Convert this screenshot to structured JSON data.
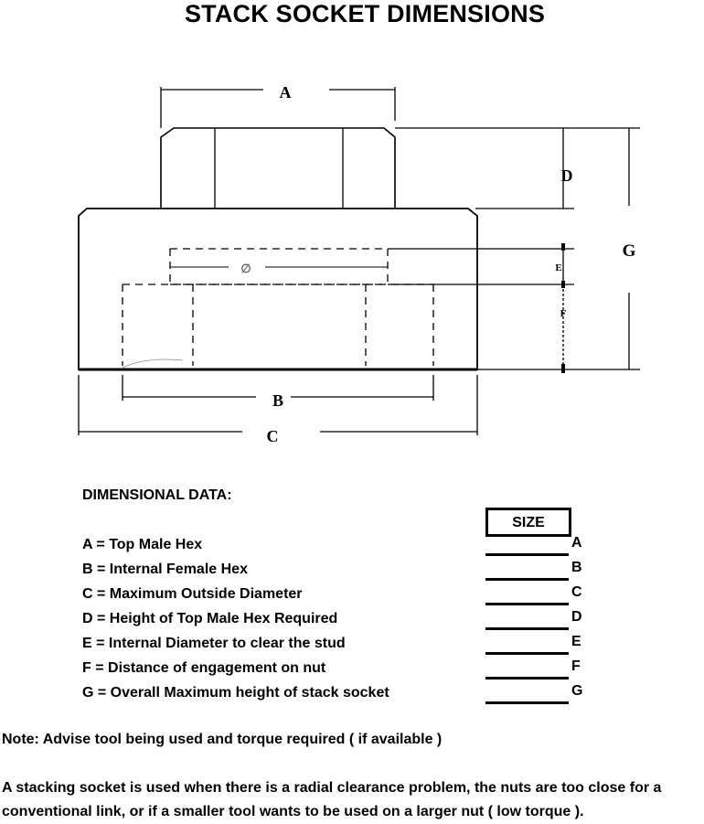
{
  "title": "STACK SOCKET DIMENSIONS",
  "diagram": {
    "labels": {
      "A": "A",
      "B": "B",
      "C": "C",
      "D": "D",
      "E": "E",
      "F": "F",
      "G": "G",
      "diameter": "∅"
    }
  },
  "dimensional_data": {
    "heading": "DIMENSIONAL DATA:",
    "items": [
      {
        "text": "A = Top Male Hex",
        "letter": "A"
      },
      {
        "text": "B = Internal Female Hex",
        "letter": "B"
      },
      {
        "text": "C = Maximum Outside Diameter",
        "letter": "C"
      },
      {
        "text": "D = Height of Top Male Hex Required",
        "letter": "D"
      },
      {
        "text": "E = Internal Diameter to clear the stud",
        "letter": "E"
      },
      {
        "text": "F = Distance of engagement on nut",
        "letter": "F"
      },
      {
        "text": "G = Overall Maximum height of stack socket",
        "letter": "G"
      }
    ],
    "size_header": "SIZE"
  },
  "note": "Note: Advise tool being used and torque required ( if available )",
  "description": "A stacking socket is used when there is a radial clearance problem, the nuts are too close for a conventional link, or if a smaller tool wants to be used on a larger nut ( low torque )."
}
